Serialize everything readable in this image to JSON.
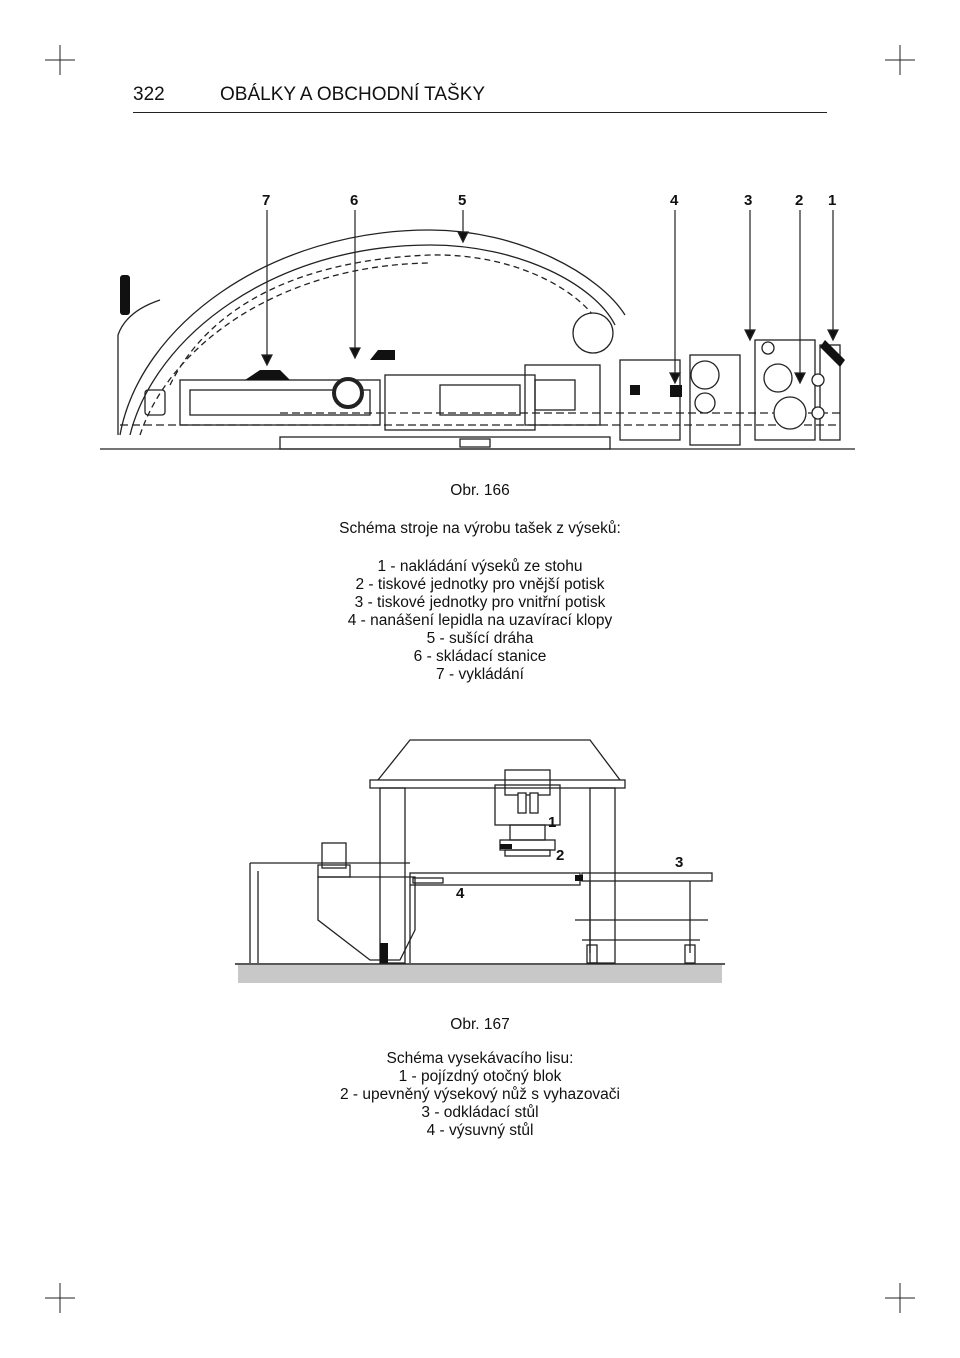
{
  "header": {
    "page_number": "322",
    "chapter_title": "OBÁLKY A OBCHODNÍ TAŠKY"
  },
  "figure166": {
    "callouts": [
      "7",
      "6",
      "5",
      "4",
      "3",
      "2",
      "1"
    ],
    "number": "Obr. 166",
    "title": "Schéma stroje na výrobu tašek z výseků:",
    "legend": [
      "1 - nakládání výseků ze stohu",
      "2 - tiskové jednotky pro vnější potisk",
      "3 - tiskové jednotky pro vnitřní potisk",
      "4 - nanášení lepidla na uzavírací klopy",
      "5 - sušící dráha",
      "6 - skládací stanice",
      "7 - vykládání"
    ]
  },
  "figure167": {
    "callouts": [
      "1",
      "2",
      "3",
      "4"
    ],
    "number": "Obr. 167",
    "title": "Schéma vysekávacího lisu:",
    "legend": [
      "1 - pojízdný otočný blok",
      "2 - upevněný výsekový nůž s vyhazovači",
      "3 - odkládací stůl",
      "4 - výsuvný stůl"
    ]
  }
}
